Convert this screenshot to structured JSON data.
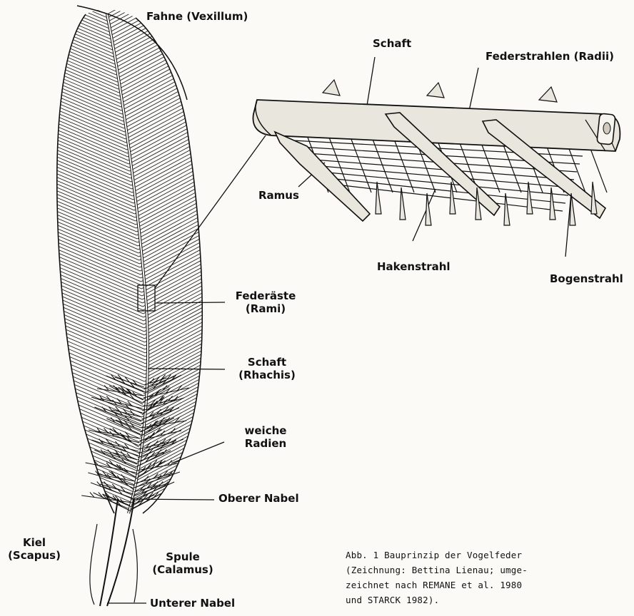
{
  "labels": {
    "vexillum": "Fahne (Vexillum)",
    "schaft_top": "Schaft",
    "radii": "Federstrahlen (Radii)",
    "ramus": "Ramus",
    "hakenstrahl": "Hakenstrahl",
    "bogenstrahl": "Bogenstrahl",
    "feder_aeste": [
      "Federäste",
      "(Rami)"
    ],
    "schaft_rhachis": [
      "Schaft",
      "(Rhachis)"
    ],
    "weiche_radien": [
      "weiche",
      "Radien"
    ],
    "oberer_nabel": "Oberer Nabel",
    "kiel": [
      "Kiel",
      "(Scapus)"
    ],
    "spule": [
      "Spule",
      "(Calamus)"
    ],
    "unterer_nabel": "Unterer Nabel"
  },
  "caption": [
    "Abb. 1  Bauprinzip der Vogelfeder",
    "(Zeichnung: Bettina Lienau; umge-",
    "zeichnet nach  REMANE et al. 1980",
    "und STARCK 1982)."
  ],
  "colors": {
    "ink": "#111111",
    "paper": "#fbfaf6",
    "shade": "#b9b4a8"
  }
}
